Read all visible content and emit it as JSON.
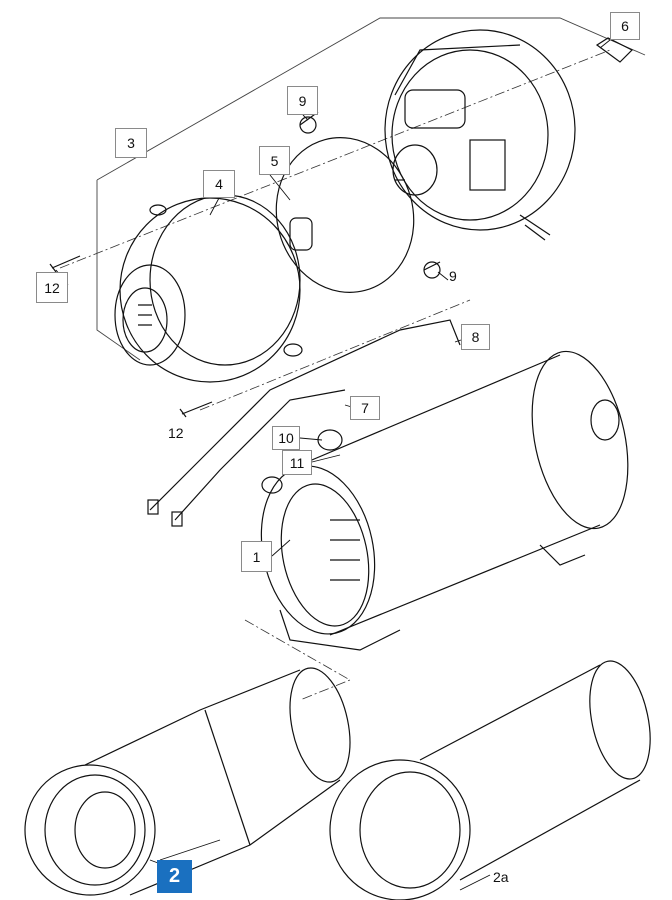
{
  "callouts": {
    "c6": "6",
    "c9a": "9",
    "c3": "3",
    "c5": "5",
    "c4": "4",
    "c12a": "12",
    "c9b": "9",
    "c8": "8",
    "c7": "7",
    "c12b": "12",
    "c10": "10",
    "c11": "11",
    "c1": "1",
    "c2": "2",
    "c2a": "2a"
  },
  "colors": {
    "highlight": "#1a70c0",
    "line": "#111111",
    "box": "#8a8a8a"
  }
}
